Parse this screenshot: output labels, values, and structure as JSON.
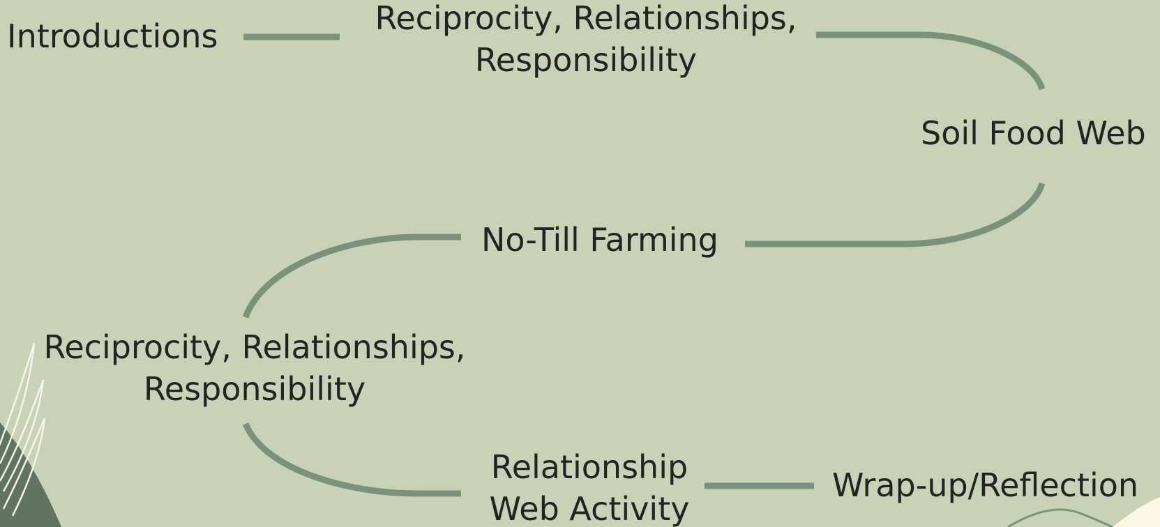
{
  "flow": {
    "introductions": "Introductions",
    "reciprocity_top": {
      "line1": "Reciprocity, Relationships,",
      "line2": "Responsibility"
    },
    "soil_food_web": "Soil Food Web",
    "no_till_farming": "No-Till Farming",
    "reciprocity_bottom": {
      "line1": "Reciprocity, Relationships,",
      "line2": "Responsibility"
    },
    "relationship_web_activity": {
      "line1": "Relationship",
      "line2": "Web Activity"
    },
    "wrap_up": "Wrap-up/Reflection"
  },
  "colors": {
    "background": "#c9d1b7",
    "connector": "#7a927a",
    "text": "#232323",
    "leaf_dark": "#617461",
    "leaf_outline": "#f7f5e8",
    "corner_cream": "#fbf8e6"
  }
}
